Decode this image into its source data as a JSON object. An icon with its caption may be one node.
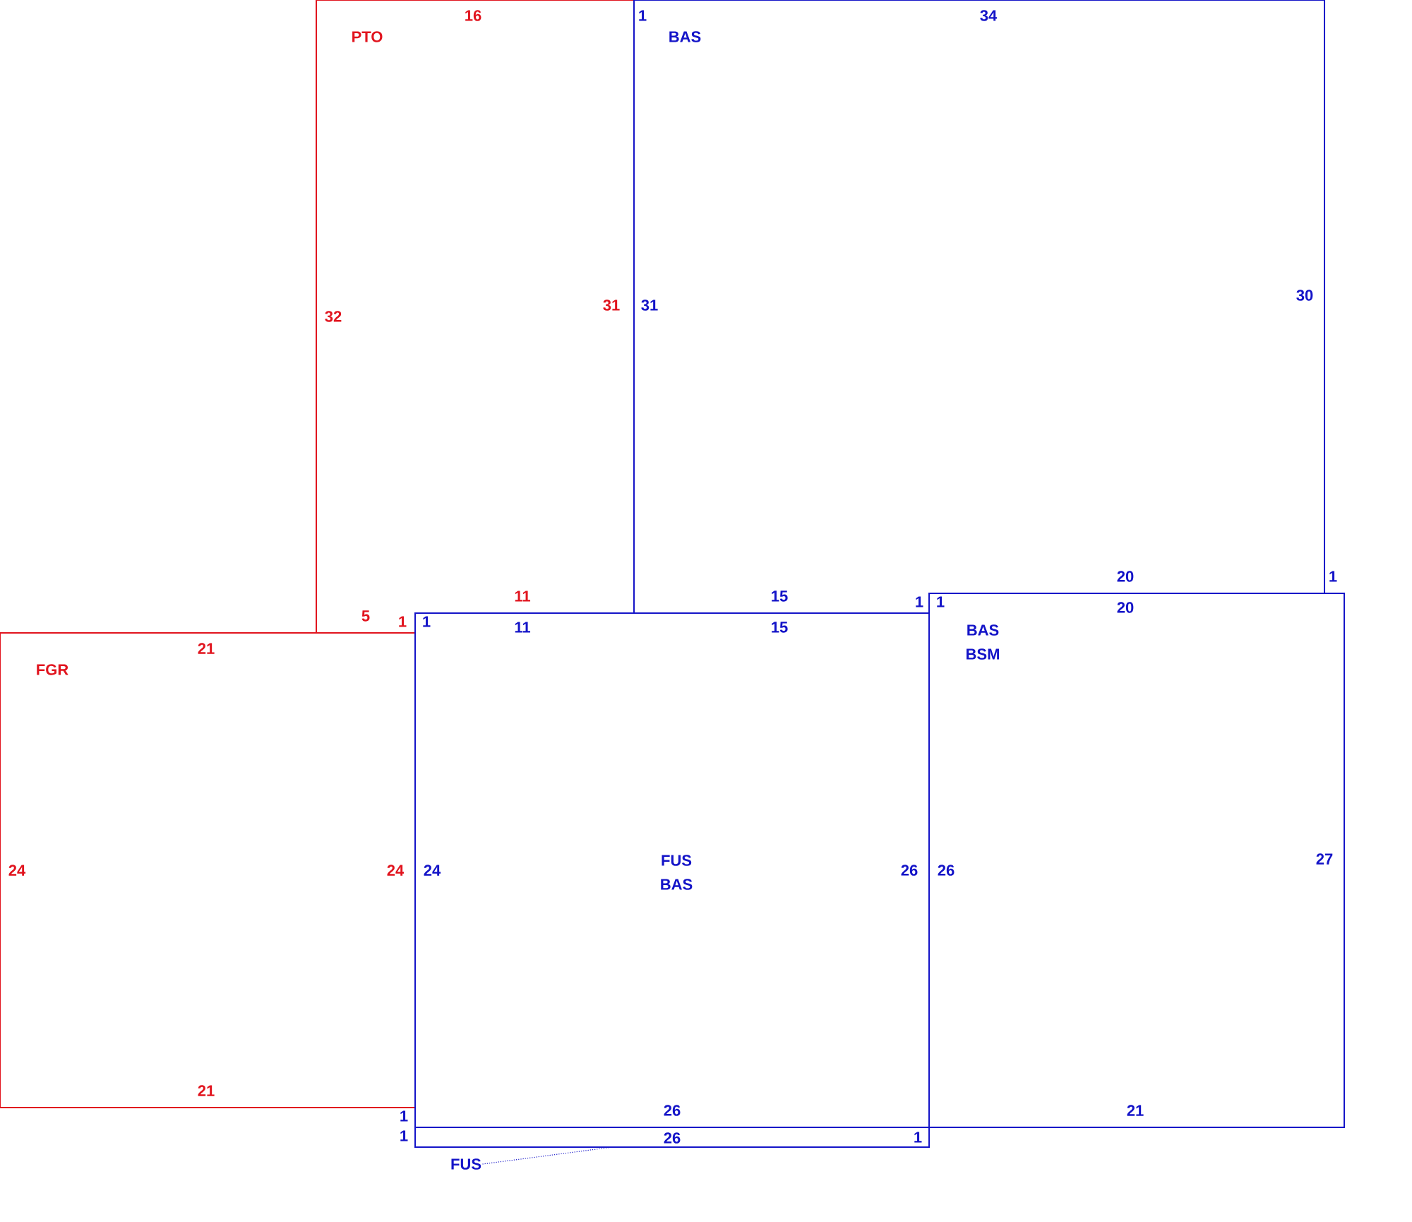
{
  "diagram": {
    "nodes": [
      {
        "text": [
          "PTO",
          "16",
          "32",
          "31",
          "11",
          "5",
          "1"
        ]
      },
      {
        "text": [
          "BAS",
          "1",
          "34",
          "30",
          "1",
          "20",
          "1",
          "15",
          "31"
        ]
      },
      {
        "text": [
          "FGR",
          "21",
          "24",
          "24",
          "21"
        ]
      },
      {
        "text": [
          "FUS",
          "BAS",
          "1",
          "11",
          "15",
          "24",
          "26",
          "26",
          "1"
        ]
      },
      {
        "text": [
          "BAS",
          "BSM",
          "1",
          "20",
          "26",
          "27",
          "21"
        ]
      },
      {
        "text": [
          "1",
          "26",
          "1"
        ]
      },
      {
        "text": [
          "FUS"
        ]
      }
    ],
    "edges": [
      {
        "from": 6,
        "to": 5,
        "arrow": "none",
        "style": "dashed"
      }
    ]
  }
}
